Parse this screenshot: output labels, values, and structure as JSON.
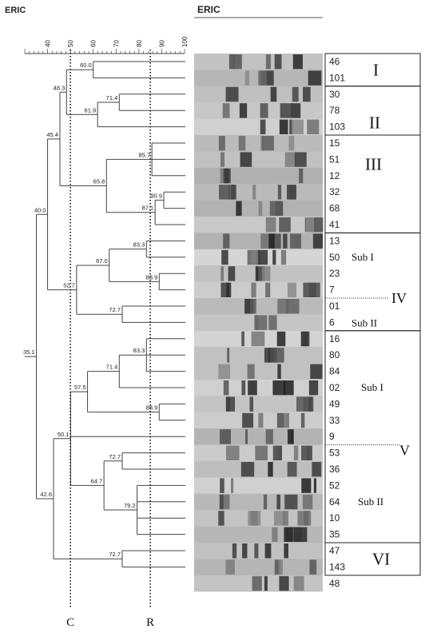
{
  "header": {
    "left_title": "ERIC",
    "gel_title": "ERIC"
  },
  "scale": {
    "ticks": [
      "40",
      "50",
      "60",
      "70",
      "80",
      "90",
      "100"
    ]
  },
  "cutoffs": [
    {
      "label": "C",
      "value": 50
    },
    {
      "label": "R",
      "value": 85
    }
  ],
  "nodes": [
    {
      "label": "60.0",
      "value": 60.0
    },
    {
      "label": "48.3",
      "value": 48.3
    },
    {
      "label": "71.4",
      "value": 71.4
    },
    {
      "label": "61.9",
      "value": 61.9
    },
    {
      "label": "45.4",
      "value": 45.4
    },
    {
      "label": "85.7",
      "value": 85.7
    },
    {
      "label": "65.8",
      "value": 65.8
    },
    {
      "label": "90.9",
      "value": 90.9
    },
    {
      "label": "87.1",
      "value": 87.1
    },
    {
      "label": "40.0",
      "value": 40.0
    },
    {
      "label": "83.3",
      "value": 83.3
    },
    {
      "label": "67.0",
      "value": 67.0
    },
    {
      "label": "88.9",
      "value": 88.9
    },
    {
      "label": "52.7",
      "value": 52.7
    },
    {
      "label": "72.7",
      "value": 72.7
    },
    {
      "label": "35.1",
      "value": 35.1
    },
    {
      "label": "83.3",
      "value": 83.3
    },
    {
      "label": "71.4",
      "value": 71.4
    },
    {
      "label": "57.5",
      "value": 57.5
    },
    {
      "label": "88.9",
      "value": 88.9
    },
    {
      "label": "50.1",
      "value": 50.1
    },
    {
      "label": "72.7",
      "value": 72.7
    },
    {
      "label": "64.7",
      "value": 64.7
    },
    {
      "label": "79.2",
      "value": 79.2
    },
    {
      "label": "42.6",
      "value": 42.6
    },
    {
      "label": "72.7",
      "value": 72.7
    }
  ],
  "isolates": [
    "46",
    "101",
    "30",
    "78",
    "103",
    "15",
    "51",
    "12",
    "32",
    "68",
    "41",
    "13",
    "50",
    "23",
    "7",
    "01",
    "6",
    "16",
    "80",
    "84",
    "02",
    "49",
    "33",
    "9",
    "53",
    "36",
    "52",
    "64",
    "10",
    "35",
    "47",
    "143",
    "48"
  ],
  "clusters": [
    {
      "label": "I"
    },
    {
      "label": "II"
    },
    {
      "label": "III"
    },
    {
      "label": "IV",
      "subs": [
        "Sub I",
        "Sub II"
      ]
    },
    {
      "label": "V",
      "subs": [
        "Sub I",
        "Sub II"
      ]
    },
    {
      "label": "VI"
    }
  ]
}
